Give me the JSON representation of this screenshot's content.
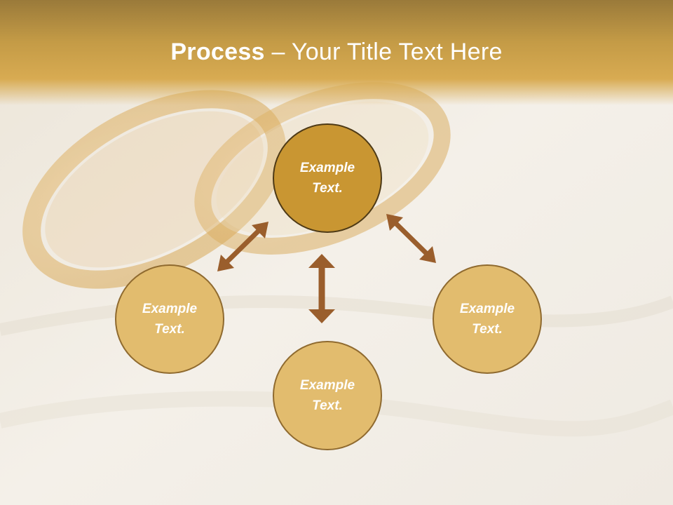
{
  "slide": {
    "title_bold": "Process",
    "title_rest": " – Your Title Text Here"
  },
  "diagram": {
    "center": {
      "label": "Example\nText."
    },
    "left": {
      "label": "Example\nText."
    },
    "bottom": {
      "label": "Example\nText."
    },
    "right": {
      "label": "Example\nText."
    }
  },
  "colors": {
    "header": "#c49b46",
    "center_fill": "#c99632",
    "outer_fill": "#e2bc6e",
    "arrow": "#9a5e2c"
  }
}
